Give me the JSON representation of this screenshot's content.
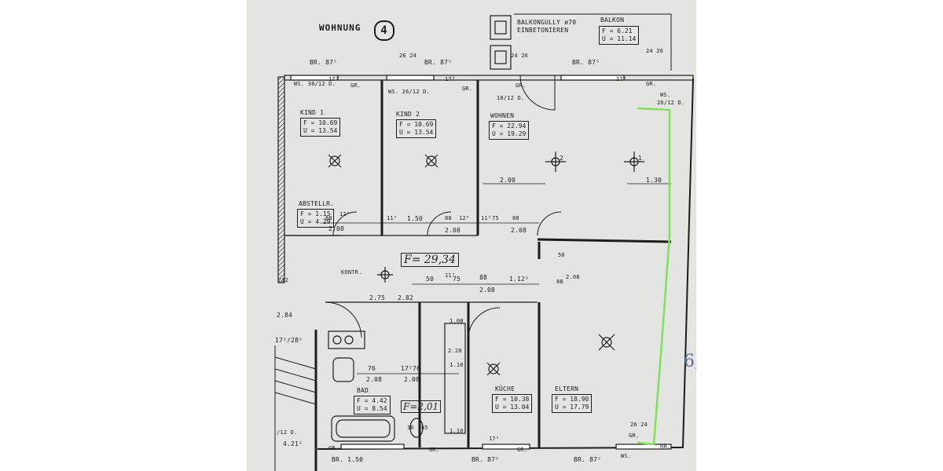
{
  "header": {
    "title": "WOHNUNG",
    "unit_number": "4"
  },
  "notes": {
    "balkongully_line1": "BALKONGULLY ø70",
    "balkongully_line2": "EINBETONIEREN",
    "handwritten_total": "F= 29,34",
    "handwritten_bad": "F=2,01",
    "margin_mark": "6,"
  },
  "rooms": {
    "balkon": {
      "name": "BALKON",
      "f": "F = 6.21",
      "u": "U = 11.14"
    },
    "kind1": {
      "name": "KIND 1",
      "f": "F = 10.69",
      "u": "U = 13.54"
    },
    "kind2": {
      "name": "KIND 2",
      "f": "F = 10.69",
      "u": "U = 13.54"
    },
    "wohnen": {
      "name": "WOHNEN",
      "f": "F = 22.94",
      "u": "U = 19.29"
    },
    "abstellr": {
      "name": "ABSTELLR.",
      "f": "F = 1.15",
      "u": "U = 4.29"
    },
    "bad": {
      "name": "BAD",
      "f": "F = 4.42",
      "u": "U = 8.54"
    },
    "kueche": {
      "name": "KÜCHE",
      "f": "F = 10.38",
      "u": "U = 13.04"
    },
    "eltern": {
      "name": "ELTERN",
      "f": "F = 18.90",
      "u": "U = 17.79"
    }
  },
  "labels": {
    "br_top_1": "BR. 87⁵",
    "br_top_2": "BR. 87⁵",
    "br_top_3": "BR. 87⁵",
    "br_bottom_1": "BR. 1.50",
    "br_bottom_2": "BR. 87⁵",
    "br_bottom_3": "BR. 87⁵",
    "ws_1": "WS. 38/12 D.",
    "ws_2": "WS. 26/12 D.",
    "ws_3": "18/12 D.",
    "ws_4": "WS.",
    "ws_4b": "26/12 D.",
    "ws_5": "WS.",
    "gr_1": "GR.",
    "gr_2": "GR.",
    "gr_3": "GR.",
    "gr_4": "GR.",
    "gr_5": "GR.",
    "gr_6": "GR.",
    "gr_7": "GR.",
    "gr_8": "GR.",
    "rr": "RR.",
    "kontr": "KONTR.",
    "d12_a": "/12",
    "d12_b": "/12 D."
  },
  "dimensions": {
    "d_2_00": "2.00",
    "d_1_30": "1.30",
    "d_1_50": "1.50",
    "d_2_08_a": "2.08",
    "d_2_08_b": "2.08",
    "d_2_08_c": "2.08",
    "d_2_08_d": "2.08",
    "d_2_08_e": "2.08",
    "d_2_08_f": "2.08",
    "d_2_75": "2.75",
    "d_2_82": "2.82",
    "d_2_84": "2.84",
    "d_4_21": "4.21⁵",
    "d_17_28": "17²/28⁵",
    "d_50_a": "50",
    "d_50_b": "50",
    "d_75_a": "75",
    "d_75_b": "75",
    "d_88_a": "88",
    "d_88_b": "88",
    "d_88_c": "88",
    "d_88_d": "88",
    "d_1_12": "1.12⁵",
    "d_11_a": "11⁵",
    "d_11_b": "11⁵",
    "d_11_c": "11⁵",
    "d_12_a": "12⁵",
    "d_12_b": "12⁵",
    "d_26_24_a": "26 24",
    "d_26_24_b": "24 26",
    "d_26_24_c": "24 26",
    "d_26_24_d": "26 24",
    "d_17_a": "17⁵",
    "d_17_b": "17⁵",
    "d_17_c": "17⁵",
    "d_17_d": "17⁵",
    "d_76": "76",
    "d_17_76": "17⁵76",
    "d_1_10_a": "1.10",
    "d_1_10_b": "1.10",
    "d_2_20": "2.20",
    "d_1_00": "1.00",
    "d_65": "65",
    "d_36": "36"
  },
  "markers": {
    "light_1": "1",
    "light_2": "2"
  },
  "colors": {
    "paper": "#e4e4e2",
    "ink": "#1c1c1c",
    "annotation": "#7ee35a"
  }
}
